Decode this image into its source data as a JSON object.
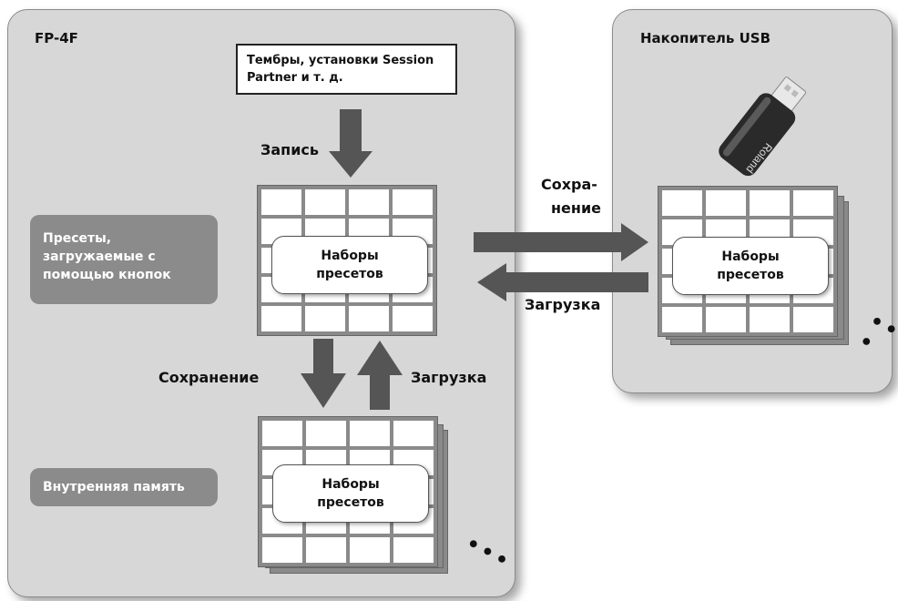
{
  "panels": {
    "device_title": "FP-4F",
    "usb_title": "Накопитель USB"
  },
  "source": {
    "line1": "Тембры, установки Session",
    "line2": "Partner и т. д."
  },
  "labels": {
    "record": "Запись",
    "save_bottom": "Сохранение",
    "load_bottom": "Загрузка",
    "save_usb_1": "Сохра-",
    "save_usb_2": "нение",
    "load_usb": "Загрузка"
  },
  "tags": {
    "presets_1": "Пресеты,",
    "presets_2": "загружаемые с",
    "presets_3": "помощью кнопок",
    "internal": "Внутренняя память"
  },
  "preset_sets": {
    "line1": "Наборы",
    "line2": "пресетов"
  },
  "usb_stick": {
    "brand": "Roland"
  },
  "colors": {
    "panel": "#d7d7d7",
    "arrow": "#555555",
    "tag": "#8b8b8b"
  }
}
